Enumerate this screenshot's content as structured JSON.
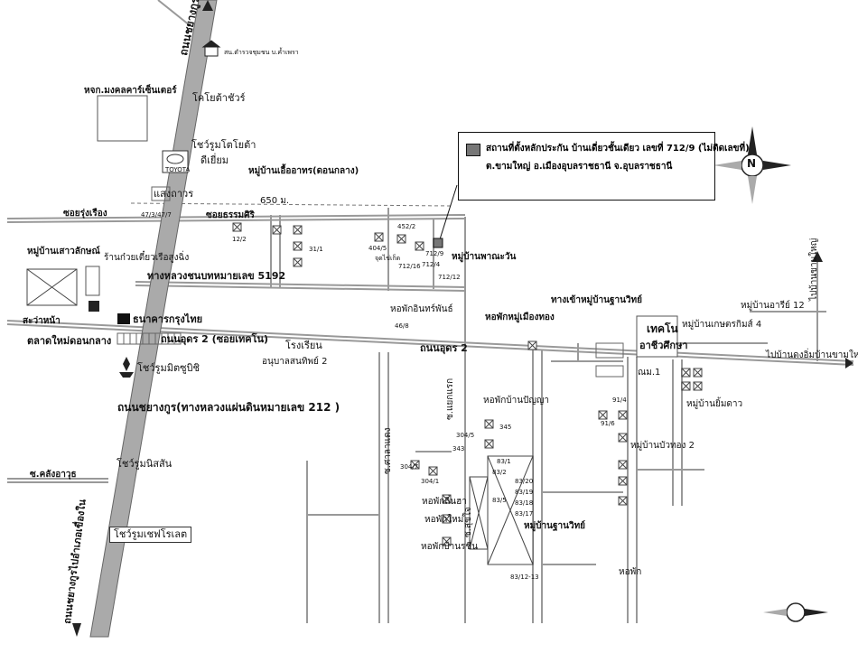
{
  "legend": {
    "line1": "สถานที่ตั้งหลักประกัน บ้านเดี่ยวชั้นเดียว เลขที่ 712/9 (ไม่ติดเลขที่)",
    "line2": "ต.ขามใหญ่ อ.เมืองอุบลราชธานี จ.อุบลราชธานี"
  },
  "compass": {
    "north": "N"
  },
  "roads": {
    "left_highway_top": "ถนนชยางกูร",
    "left_highway_bottom": "ถนนชยางกูรไปอำเภอเขื่องใน",
    "highway_212": "ถนนชยางกูร(ทางหลวงแผ่นดินหมายเลข 212 )",
    "highway_5192": "ทางหลวงชนบทหมายเลข 5192",
    "soi_rung_rueang": "ซอยรุ่งเรือง",
    "soi_thammasiri": "ซอยธรรมศิริ",
    "udon_2_west": "ถนนอุดร 2 (ซอยเทคโน)",
    "udon_2_east": "ถนนอุดร 2",
    "to_ban_khamyai": "ไปบ้านขามใหญ่",
    "to_ban_khamyai_vert": "ไปบ้านขามใหญ่",
    "distance": "650 ม.",
    "soi_a": "ซ.แยกแรก",
    "soi_b": "ซ.ศาลาแดง",
    "soi_c": "ซ.สุขใจ",
    "soi_khlong": "ซ.คลังอาวุธ",
    "entrance_chanawit": "ทางเข้าหมู่บ้านฐานวิทย์"
  },
  "places": {
    "police": "สน.ตำรวจชุมชน บ.ค้ำเพรา",
    "mongkol": "หจก.มงคลคาร์เซ็นเตอร์",
    "toyota_sign": "โคโยต้าชัวร์",
    "toyota_showroom": "โชว์รูมโตโยต้า",
    "toyota_dealer": "ดีเยี่ยม",
    "toyota_logo": "TOYOTA",
    "village_khamyai": "หมู่บ้านเอื้ออาทร(ดอนกลาง)",
    "saeng_thaworn": "แสงถาวร",
    "village_saowalak": "หมู่บ้านเสาวลักษณ์",
    "noodle_shop": "ร้านก๋วยเตี๋ยวเรือสูงฉิ่ง",
    "ktb": "ธนาคารกรุงไทย",
    "seven": "สะว่าหน้า",
    "market": "ตลาดใหม่ดอนกลาง",
    "mitsubishi": "โชว์รูมมิตซูบิชิ",
    "nissan": "โชว์รูมนิสสัน",
    "chevrolet": "โชว์รูมเชฟโรเลต",
    "school": "โรงเรียน",
    "school2": "อนุบาลสนทิพย์ 2",
    "dorm_inpan": "หอพักอินทร์พันธ์",
    "dorm_muang": "หอพักหมู่เมืองทอง",
    "dorm_banpanya": "หอพักบ้านปัญญา",
    "dorm_a": "หอพักถิ่นฮา",
    "dorm_b": "หอพักใหม่",
    "dorm_c": "หอพักบ้านรชื่น",
    "dorm_d": "หอพัก",
    "village_phra": "หมู่บ้านพาณะวัน",
    "techno1": "เทคโน",
    "techno2": "อาชีวศึกษา",
    "village_ari": "หมู่บ้านอารีย์ 12",
    "village_kaset": "หมู่บ้านเกษตรกิมส์ 4",
    "village_noi": "หมู่บ้านยิ้มดาว",
    "village_buathong": "หมู่บ้านบัวทอง 2",
    "village_chanawit": "หมู่บ้านฐานวิทย์",
    "to_khamyai_east": "ไปบ้านดงอิ่มบ้านขามใหญ่",
    "nm1": "ณม.1",
    "juk": "จุดไข่เก็ด"
  },
  "house_numbers": {
    "n12_2": "12/2",
    "n31_1": "31/1",
    "n47": "47/3/47/7",
    "n452_2": "452/2",
    "n4045": "404/5",
    "n712_9": "712/9",
    "n712_16": "712/16",
    "n712_14": "712/4",
    "n712_12": "712/12",
    "n46_8": "46/8",
    "n345": "345",
    "n3045": "304/5",
    "n343": "343",
    "n3047": "304/7",
    "n304_1": "304/1",
    "n83_1": "83/1",
    "n83_2": "83/2",
    "n83_20": "83/20",
    "n83_19": "83/19",
    "n83_18": "83/18",
    "n83_17": "83/17",
    "n83_5": "83/5",
    "n83_12_13": "83/12-13",
    "n91_4": "91/4",
    "n91_6": "91/6"
  }
}
